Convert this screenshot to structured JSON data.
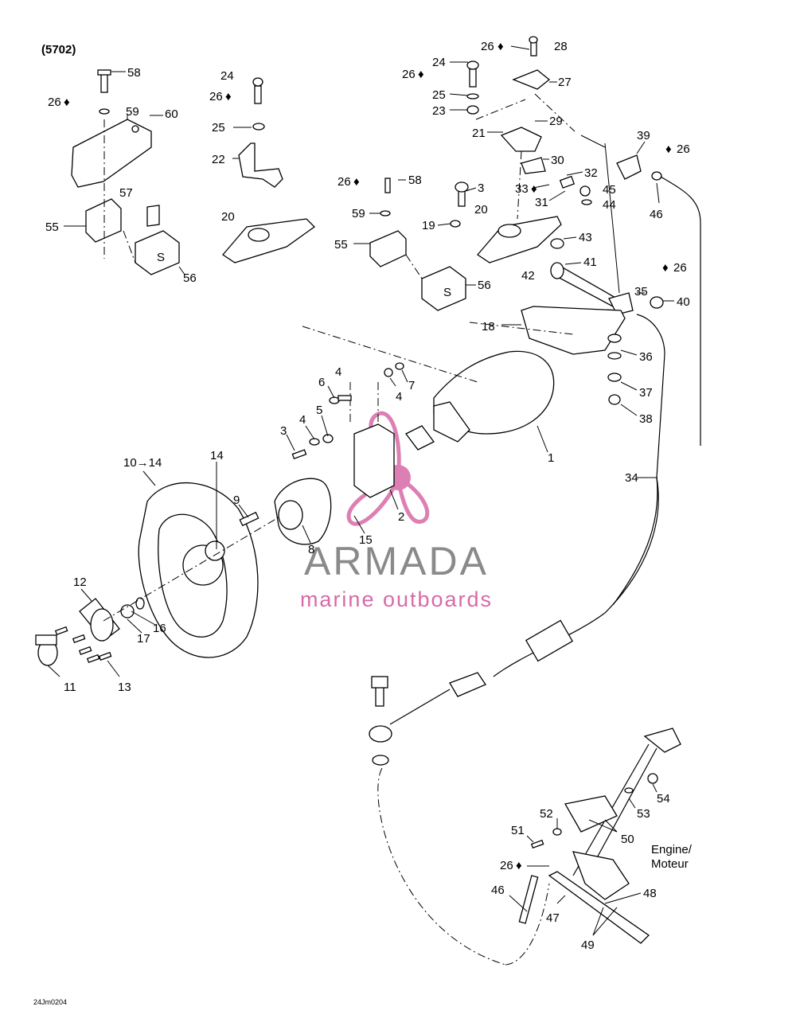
{
  "diagram": {
    "model_code": "(5702)",
    "figure_code": "24Jm0204",
    "engine_label_line1": "Engine/",
    "engine_label_line2": "Moteur",
    "oil_symbol": "♦",
    "callouts": {
      "c58a": "58",
      "c26a": "26",
      "c59a": "59",
      "c60": "60",
      "c57": "57",
      "c55a": "55",
      "c56a": "56",
      "c24a": "24",
      "c26b": "26",
      "c25a": "25",
      "c22": "22",
      "c20a": "20",
      "c26c": "26",
      "c28": "28",
      "c24b": "24",
      "c26d": "26",
      "c27": "27",
      "c25b": "25",
      "c23": "23",
      "c29": "29",
      "c21": "21",
      "c30": "30",
      "c32": "32",
      "c33": "33",
      "c31": "31",
      "c45": "45",
      "c44": "44",
      "c3a": "3",
      "c20b": "20",
      "c43": "43",
      "c26e": "26",
      "c58b": "58",
      "c59b": "59",
      "c19": "19",
      "c55b": "55",
      "c56b": "56",
      "c39": "39",
      "c26f": "26",
      "c46a": "46",
      "c41": "41",
      "c42": "42",
      "c26g": "26",
      "c35": "35",
      "c40": "40",
      "c18": "18",
      "c36": "36",
      "c37": "37",
      "c38": "38",
      "c4a": "4",
      "c7": "7",
      "c6": "6",
      "c4b": "4",
      "c5": "5",
      "c4c": "4",
      "c3b": "3",
      "c1": "1",
      "c10_14": "10→14",
      "c14": "14",
      "c9": "9",
      "c2": "2",
      "c15": "15",
      "c8": "8",
      "c12": "12",
      "c16": "16",
      "c17": "17",
      "c11": "11",
      "c13": "13",
      "c34": "34",
      "c54": "54",
      "c52": "52",
      "c53": "53",
      "c51": "51",
      "c50": "50",
      "c26h": "26",
      "c46b": "46",
      "c47": "47",
      "c48": "48",
      "c49": "49"
    }
  },
  "watermark": {
    "brand": "ARMADA",
    "tagline": "marine outboards",
    "brand_color": "#8a8a8a",
    "accent_color": "#d76aa8"
  }
}
